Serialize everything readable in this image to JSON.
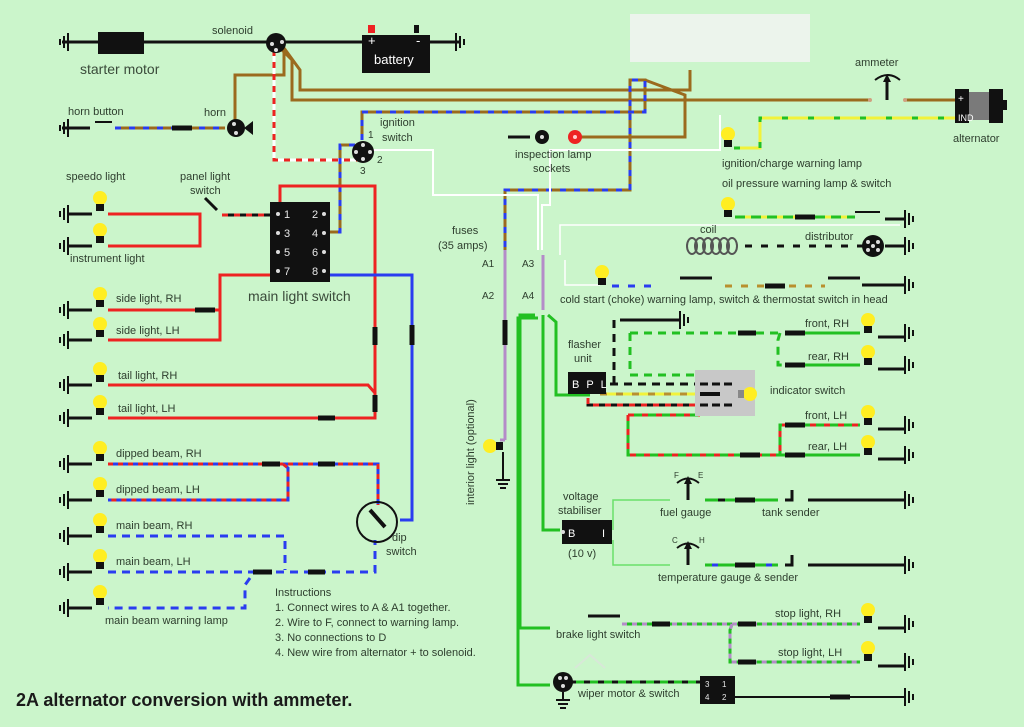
{
  "title": "2A alternator conversion with ammeter.",
  "colors": {
    "background": "#cbf5cb",
    "wire_black": "#111111",
    "wire_brown": "#9b6a1e",
    "wire_red": "#ee2222",
    "wire_blue": "#2a3cf0",
    "wire_green": "#22c022",
    "wire_yellow": "#f2f23a",
    "wire_purple": "#b48cc8",
    "wire_white": "#ffffff",
    "bulb": "#ffee22"
  },
  "components": {
    "starter_motor": "starter motor",
    "solenoid": "solenoid",
    "battery": "battery",
    "battery_plus": "+",
    "battery_minus": "-",
    "horn_button": "horn button",
    "horn": "horn",
    "ignition_switch": [
      "ignition",
      "switch"
    ],
    "ignition_pins": [
      "1",
      "2",
      "3"
    ],
    "inspection_lamp": [
      "inspection lamp",
      "sockets"
    ],
    "ammeter": "ammeter",
    "alternator": "alternator",
    "alternator_pins": [
      "+",
      "IND"
    ],
    "ignition_charge_lamp": "ignition/charge warning lamp",
    "oil_pressure_lamp": "oil pressure warning lamp & switch",
    "coil": "coil",
    "distributor": "distributor",
    "cold_start": "cold start (choke) warning lamp, switch & thermostat switch in head",
    "fuses": [
      "fuses",
      "(35 amps)"
    ],
    "fuse_labels": [
      "A1",
      "A2",
      "A3",
      "A4"
    ],
    "speedo_light": "speedo light",
    "instrument_light": "instrument light",
    "panel_light_switch": [
      "panel light",
      "switch"
    ],
    "main_light_switch": "main light switch",
    "main_light_pins": [
      "1",
      "2",
      "3",
      "4",
      "5",
      "6",
      "7",
      "8"
    ],
    "side_light_rh": "side light, RH",
    "side_light_lh": "side light, LH",
    "tail_light_rh": "tail light, RH",
    "tail_light_lh": "tail light, LH",
    "dipped_beam_rh": "dipped beam, RH",
    "dipped_beam_lh": "dipped beam, LH",
    "main_beam_rh": "main beam, RH",
    "main_beam_lh": "main beam, LH",
    "main_beam_warning": "main beam warning lamp",
    "dip_switch": [
      "dip",
      "switch"
    ],
    "interior_light": "interior light (optional)",
    "flasher_unit": [
      "flasher",
      "unit"
    ],
    "flasher_pins": "B P L",
    "indicator_switch": "indicator switch",
    "front_rh": "front, RH",
    "rear_rh": "rear, RH",
    "front_lh": "front, LH",
    "rear_lh": "rear, LH",
    "voltage_stabiliser": [
      "voltage",
      "stabiliser"
    ],
    "stabiliser_pins": [
      "B",
      "I"
    ],
    "stabiliser_voltage": "(10 v)",
    "fuel_gauge": "fuel gauge",
    "fuel_gauge_scale": [
      "F",
      "E"
    ],
    "tank_sender": "tank sender",
    "temp_gauge": "temperature gauge & sender",
    "temp_gauge_scale": [
      "C",
      "H"
    ],
    "brake_light_switch": "brake light switch",
    "stop_light_rh": "stop light, RH",
    "stop_light_lh": "stop light, LH",
    "wiper": "wiper motor & switch",
    "wiper_pins": [
      "3",
      "1",
      "4",
      "2"
    ]
  },
  "instructions": {
    "heading": "Instructions",
    "items": [
      "1. Connect wires to A & A1 together.",
      "2. Wire to F, connect to warning lamp.",
      "3. No connections to D",
      "4. New wire from alternator + to solenoid."
    ]
  }
}
